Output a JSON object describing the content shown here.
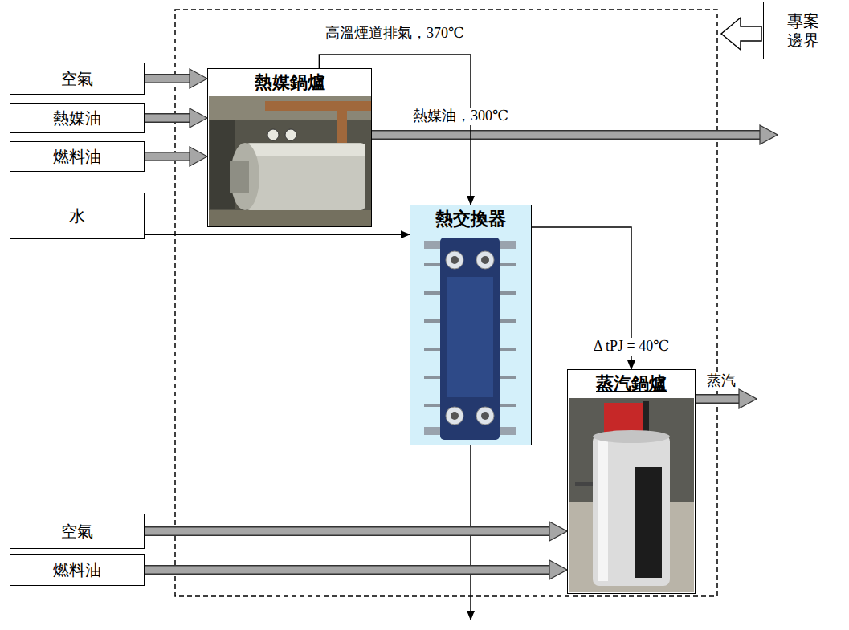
{
  "diagram": {
    "nodes": [
      {
        "text": [
          "空氣"
        ]
      },
      {
        "text": [
          "熱媒油"
        ]
      },
      {
        "text": [
          "燃料油"
        ]
      },
      {
        "text": [
          "熱媒鍋爐"
        ]
      },
      {
        "text": [
          "水"
        ]
      },
      {
        "text": [
          "熱交換器"
        ]
      },
      {
        "text": [
          "蒸汽鍋爐"
        ]
      },
      {
        "text": [
          "空氣"
        ]
      },
      {
        "text": [
          "燃料油"
        ]
      },
      {
        "text": [
          "專案 邊界"
        ]
      }
    ],
    "edges": [
      {
        "from": 0,
        "to": 3,
        "arrow": "to"
      },
      {
        "from": 1,
        "to": 3,
        "arrow": "to"
      },
      {
        "from": 2,
        "to": 3,
        "arrow": "to"
      },
      {
        "from": 3,
        "to": 5,
        "label": "高溫煙道排氣，370℃",
        "arrow": "to"
      },
      {
        "from": 4,
        "to": 5,
        "arrow": "to"
      },
      {
        "from": 5,
        "to": 6,
        "label": "Δ tPJ = 40℃",
        "arrow": "to"
      },
      {
        "from": 7,
        "to": 6,
        "arrow": "to"
      },
      {
        "from": 8,
        "to": 6,
        "arrow": "to"
      }
    ],
    "labels": [
      "熱媒油，300℃",
      "蒸汽"
    ]
  }
}
